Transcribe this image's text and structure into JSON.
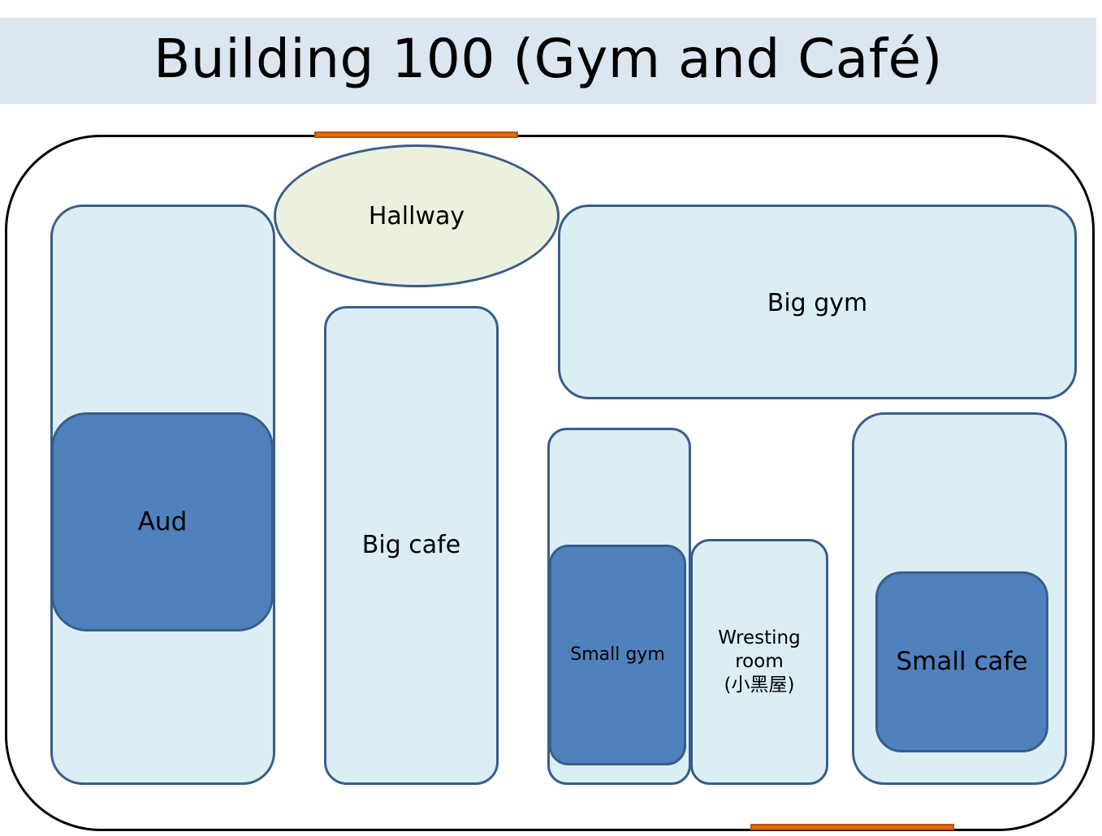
{
  "title": "Building 100 (Gym and Café)",
  "rooms": {
    "hallway": "Hallway",
    "aud": "Aud",
    "big_cafe": "Big cafe",
    "big_gym": "Big gym",
    "small_gym": "Small gym",
    "wrestling_line1": "Wresting",
    "wrestling_line2": "room",
    "wrestling_line3": "(小黑屋)",
    "small_cafe": "Small cafe"
  },
  "colors": {
    "title_bar": "#dce6f1",
    "room_light": "#dbeef4",
    "room_dark": "#4f81bd",
    "room_border": "#385d8a",
    "hallway": "#ebf1de",
    "door": "#e36c09"
  }
}
